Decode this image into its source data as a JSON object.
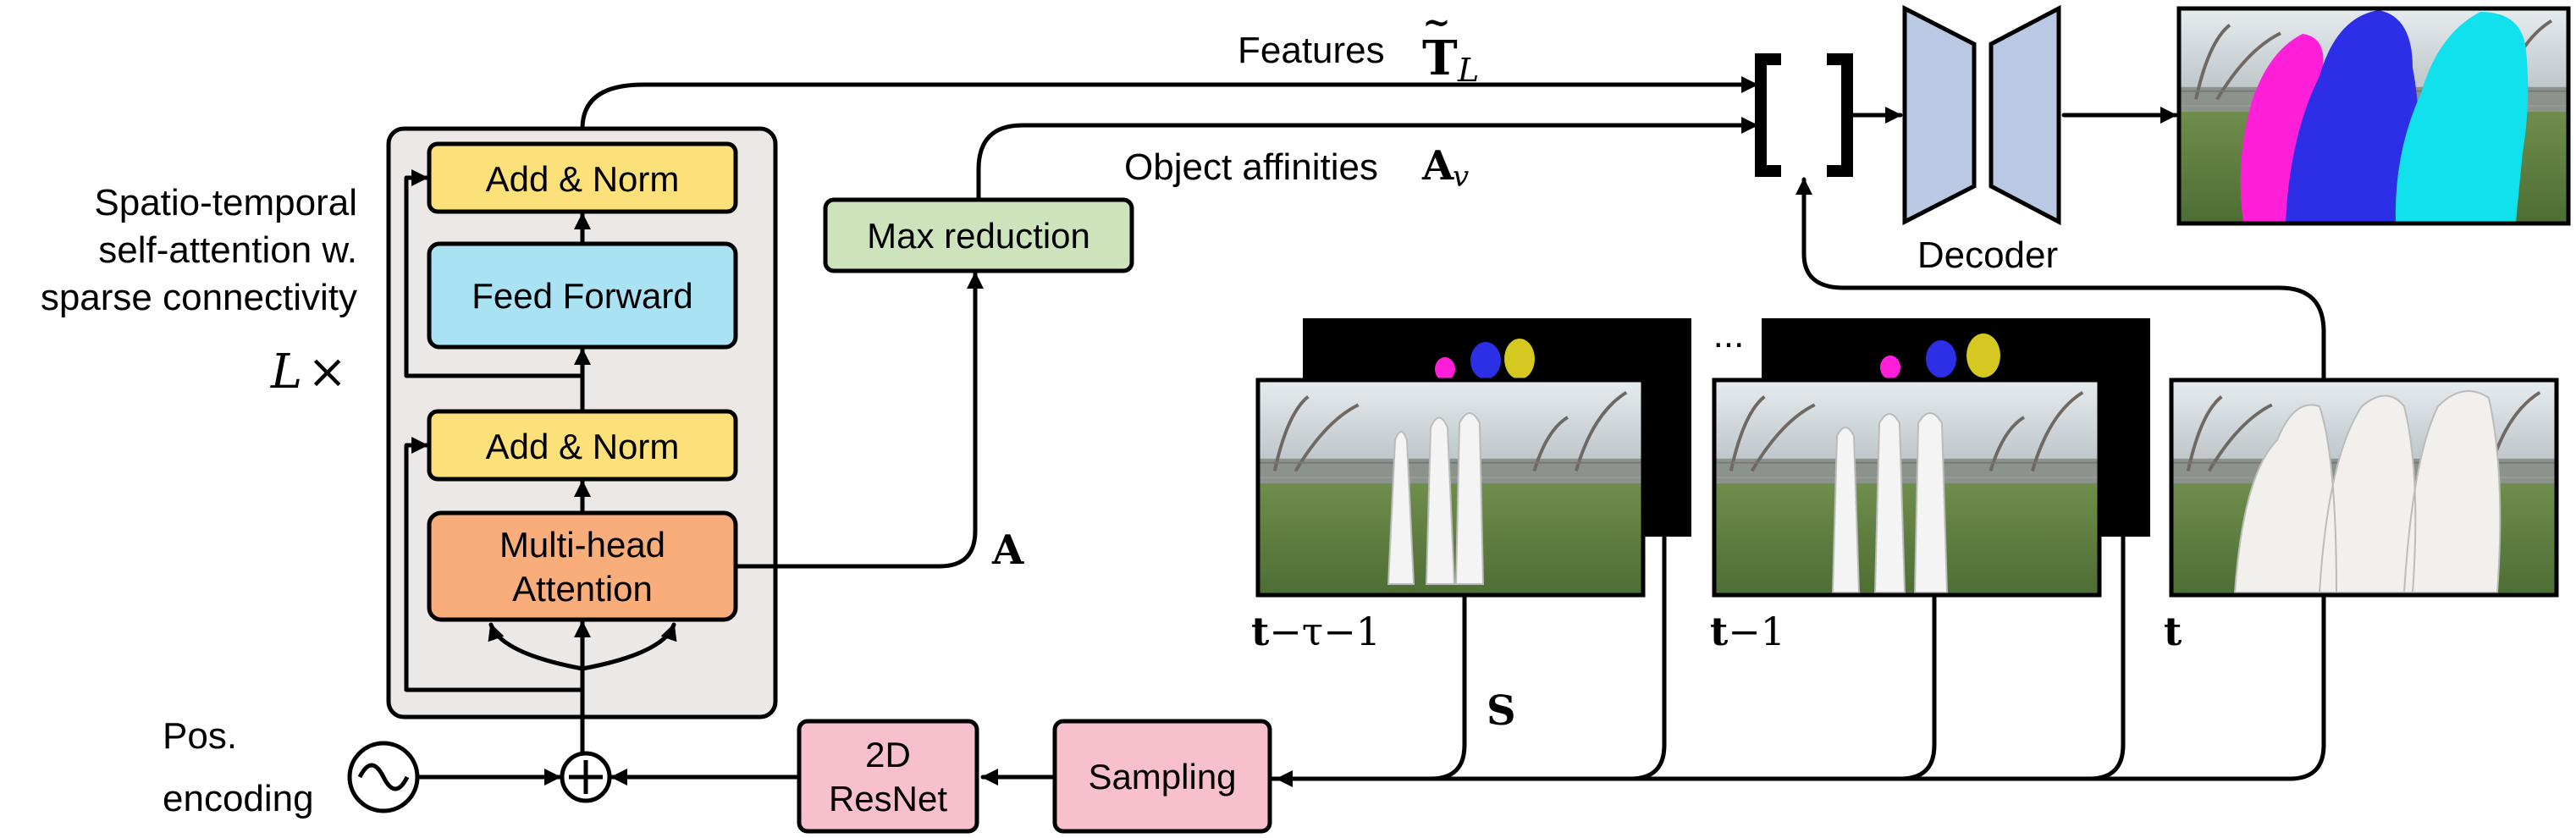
{
  "transformer": {
    "block_label_lines": [
      "Spatio-temporal",
      "self-attention w.",
      "sparse connectivity"
    ],
    "repeat_symbol": "L",
    "repeat_times": "×",
    "add_norm_top": "Add & Norm",
    "feed_forward": "Feed Forward",
    "add_norm_bottom": "Add & Norm",
    "attention_line1": "Multi-head",
    "attention_line2": "Attention"
  },
  "max_reduction": "Max reduction",
  "attention_symbol": "A",
  "features": {
    "label": "Features",
    "symbol": "T",
    "tilde": "~",
    "subscript": "L"
  },
  "affinities": {
    "label": "Object affinities",
    "symbol": "A",
    "subscript": "v"
  },
  "concat": {
    "open": "[",
    "close": "]"
  },
  "decoder": "Decoder",
  "pos_encoding": {
    "line1": "Pos.",
    "line2": "encoding",
    "symbol": "~",
    "plus": "+"
  },
  "resnet": {
    "line1": "2D",
    "line2": "ResNet"
  },
  "sampling": "Sampling",
  "sampling_symbol": "S",
  "frames": [
    {
      "bold": "t",
      "rest": "−τ−1"
    },
    {
      "bold": "t",
      "rest": "−1"
    },
    {
      "bold": "t",
      "rest": ""
    }
  ],
  "ellipsis": "...",
  "colors": {
    "panel": "#ebe8e6",
    "add_norm": "#fce07a",
    "feed_forward": "#a8e2f3",
    "attention": "#f9ad7a",
    "max_reduction": "#cde3bc",
    "pink_box": "#f8bfcd",
    "decoder": "#b9c9e4",
    "mask_magenta": "#ff1fd8",
    "mask_blue": "#2d2fe6",
    "mask_cyan": "#11e1ec",
    "mask_yellow": "#d4c821"
  }
}
